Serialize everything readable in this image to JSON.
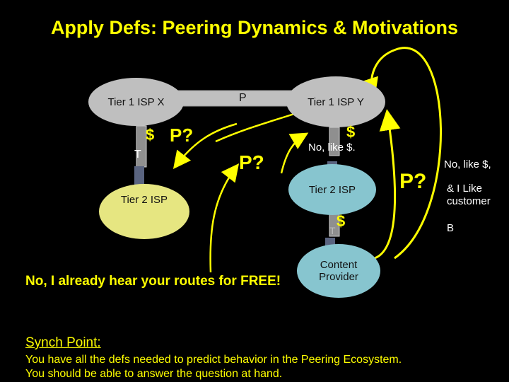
{
  "title": "Apply Defs: Peering Dynamics & Motivations",
  "nodes": {
    "tier1_x": "Tier 1 ISP X",
    "tier1_y": "Tier 1 ISP Y",
    "tier2_left": "Tier 2 ISP",
    "tier2_right": "Tier 2 ISP",
    "content_provider": "Content Provider"
  },
  "link_labels": {
    "peer_top": "P",
    "left_dollar": "$",
    "left_t": "T",
    "left_p_question": "P?",
    "center_p_question": "P?",
    "right_p_question": "P?",
    "top_right_dollar": "$",
    "lower_right_dollar": "$",
    "lower_right_t": "T"
  },
  "annotations": {
    "no_like_dollar": "No, like $.",
    "no_like_dollar2": "No, like $,",
    "i_like_customer": "& I Like customer",
    "b": "B",
    "no_free_routes": "No, I already hear your routes for FREE!"
  },
  "footer": {
    "synch_label": "Synch Point:",
    "line1": "You have all the defs needed to predict behavior in the Peering Ecosystem.",
    "line2": "You should be able to answer the question at hand."
  },
  "colors": {
    "background": "#000000",
    "title": "#FFFF00",
    "node_gray": "#BFBFBF",
    "node_green": "#E6E681",
    "node_blue": "#87C5CF",
    "arrow_yellow": "#FFFF00"
  }
}
